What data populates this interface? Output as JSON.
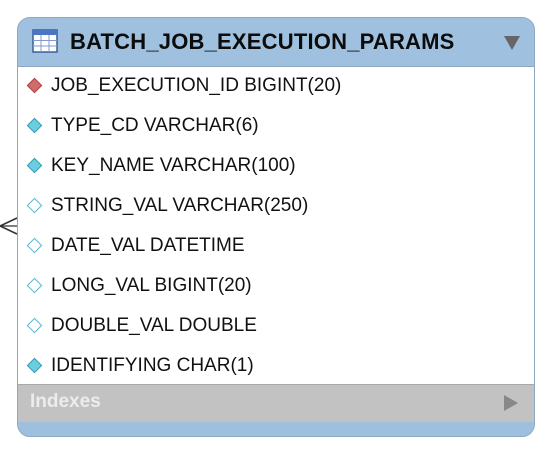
{
  "table": {
    "title": "BATCH_JOB_EXECUTION_PARAMS",
    "columns": [
      {
        "text": "JOB_EXECUTION_ID BIGINT(20)",
        "key": "primary"
      },
      {
        "text": "TYPE_CD VARCHAR(6)",
        "key": "not-null"
      },
      {
        "text": "KEY_NAME VARCHAR(100)",
        "key": "not-null"
      },
      {
        "text": "STRING_VAL VARCHAR(250)",
        "key": "nullable"
      },
      {
        "text": "DATE_VAL DATETIME",
        "key": "nullable"
      },
      {
        "text": "LONG_VAL BIGINT(20)",
        "key": "nullable"
      },
      {
        "text": "DOUBLE_VAL DOUBLE",
        "key": "nullable"
      },
      {
        "text": "IDENTIFYING CHAR(1)",
        "key": "not-null"
      }
    ],
    "indexes_label": "Indexes"
  },
  "icons": {
    "table": "table-icon",
    "collapse": "triangle-down-icon",
    "expand": "triangle-right-icon",
    "relationship": "crows-foot-connector"
  },
  "colors": {
    "header_blue": "#9fc1df",
    "primary_key": "#d26b6b",
    "not_null": "#6ccde0",
    "indexes_bar": "#c2c2c2"
  }
}
